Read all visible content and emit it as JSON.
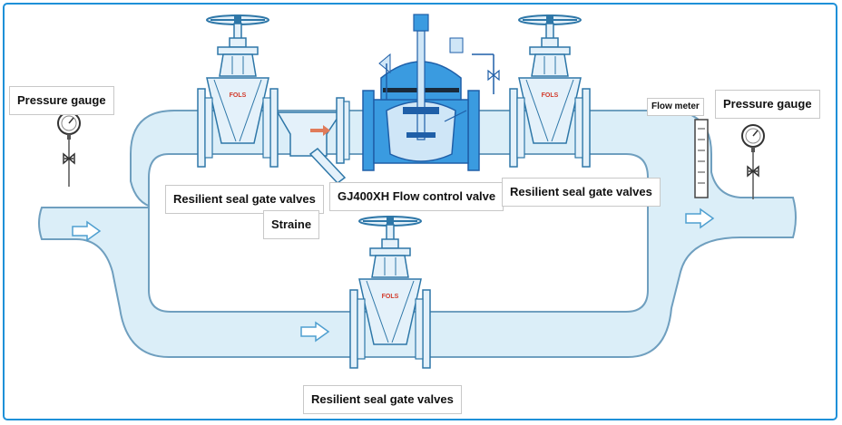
{
  "labels": {
    "pressure_gauge_left": "Pressure gauge",
    "pressure_gauge_right": "Pressure gauge",
    "flow_meter": "Flow meter",
    "gate_valve_top_left": "Resilient seal gate valves",
    "strainer": "Straine",
    "flow_control_valve": "GJ400XH Flow control valve",
    "gate_valve_top_right": "Resilient seal gate valves",
    "gate_valve_bypass": "Resilient seal gate valves"
  },
  "valve_mark": "FOLS",
  "colors": {
    "frame_border": "#1e90d8",
    "pipe_fill": "#dbeef8",
    "pipe_stroke": "#6f9fbf",
    "valve_fill": "#e4f1fa",
    "valve_stroke": "#2e77a8",
    "control_valve_fill": "#3a9be0",
    "control_valve_dark": "#1f5fa8",
    "flow_arrow": "#4f9fd0",
    "strainer_arrow": "#e07b5a",
    "valve_mark": "#d23a2a"
  }
}
